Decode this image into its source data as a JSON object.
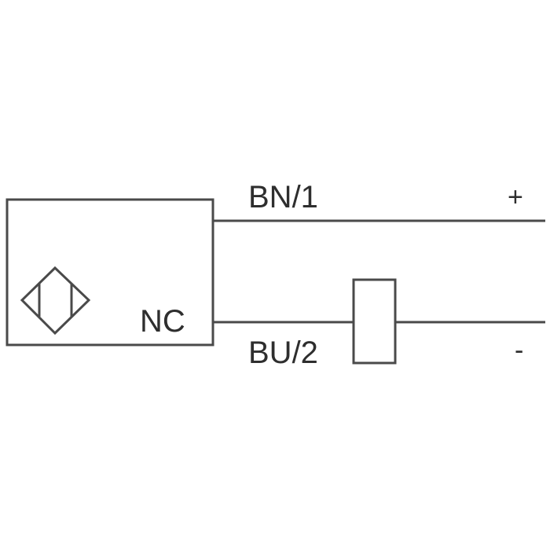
{
  "labels": {
    "wire_top": "BN/1",
    "wire_bottom": "BU/2",
    "contact_type": "NC",
    "positive": "+",
    "negative": "-"
  },
  "icons": {
    "sensor_symbol": "inductive-sensor-icon",
    "load": "load-resistor-icon"
  },
  "colors": {
    "line": "#4a4a4a",
    "text": "#2e2e2e",
    "background": "#ffffff"
  }
}
